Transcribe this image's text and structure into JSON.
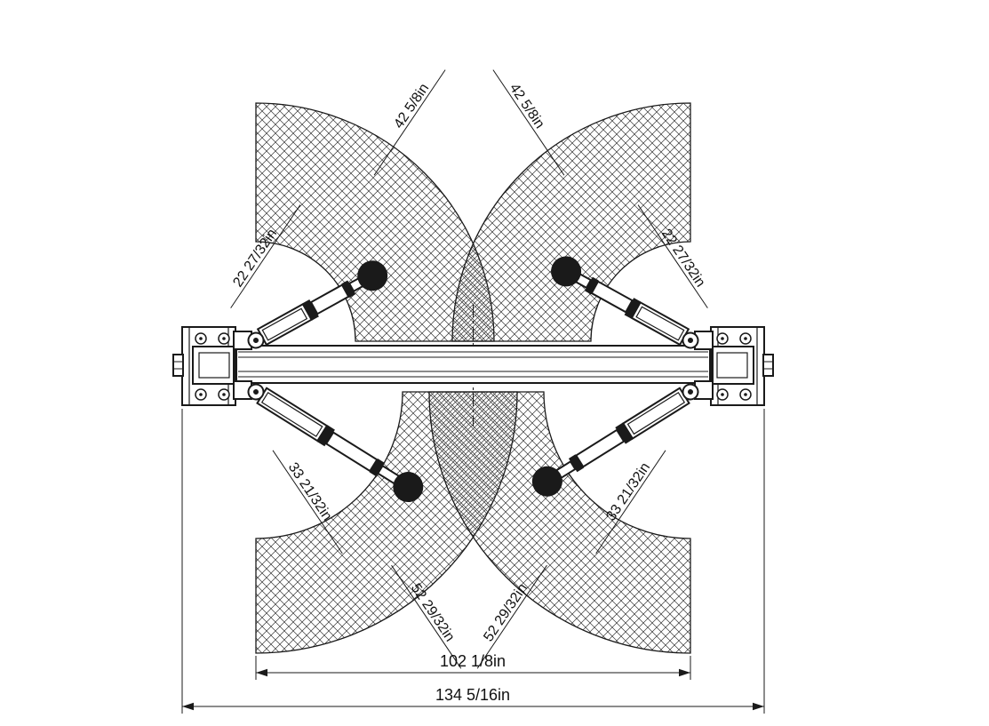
{
  "drawing": {
    "title": "Two-post lift plan view arm sweep diagram",
    "labels": {
      "front_arm_max_reach": "42 5/8in",
      "front_arm_min_reach": "22 27/32in",
      "rear_arm_min_reach": "33 21/32in",
      "rear_arm_max_reach": "52 29/32in",
      "inside_span": "102 1/8in",
      "overall_span": "134 5/16in"
    },
    "colors": {
      "ink": "#1a1a1a",
      "paper": "#ffffff"
    }
  }
}
